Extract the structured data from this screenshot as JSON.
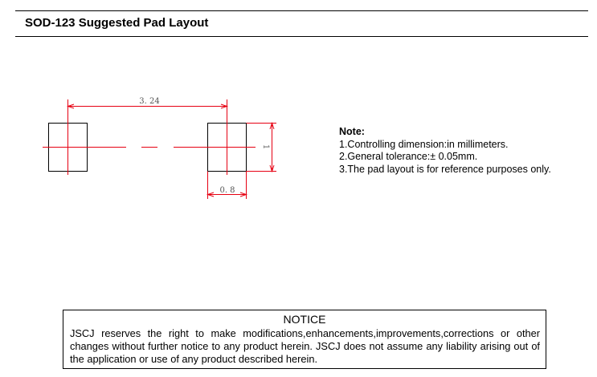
{
  "header": {
    "title": "SOD-123 Suggested Pad Layout"
  },
  "drawing": {
    "dim_overall": "3. 24",
    "dim_pad_width": "0. 8",
    "dim_pad_height": "1",
    "line_color": "#e60012",
    "outline_color": "#000000"
  },
  "notes": {
    "title": "Note:",
    "items": [
      "1.Controlling dimension:in millimeters.",
      "2.General tolerance:± 0.05mm.",
      "3.The pad layout is for reference purposes only."
    ]
  },
  "notice": {
    "title": "NOTICE",
    "body": "JSCJ reserves the right to make modifications,enhancements,improvements,corrections or other changes without further notice to any product herein. JSCJ does not assume any liability arising out of the application or use of any product described herein."
  }
}
